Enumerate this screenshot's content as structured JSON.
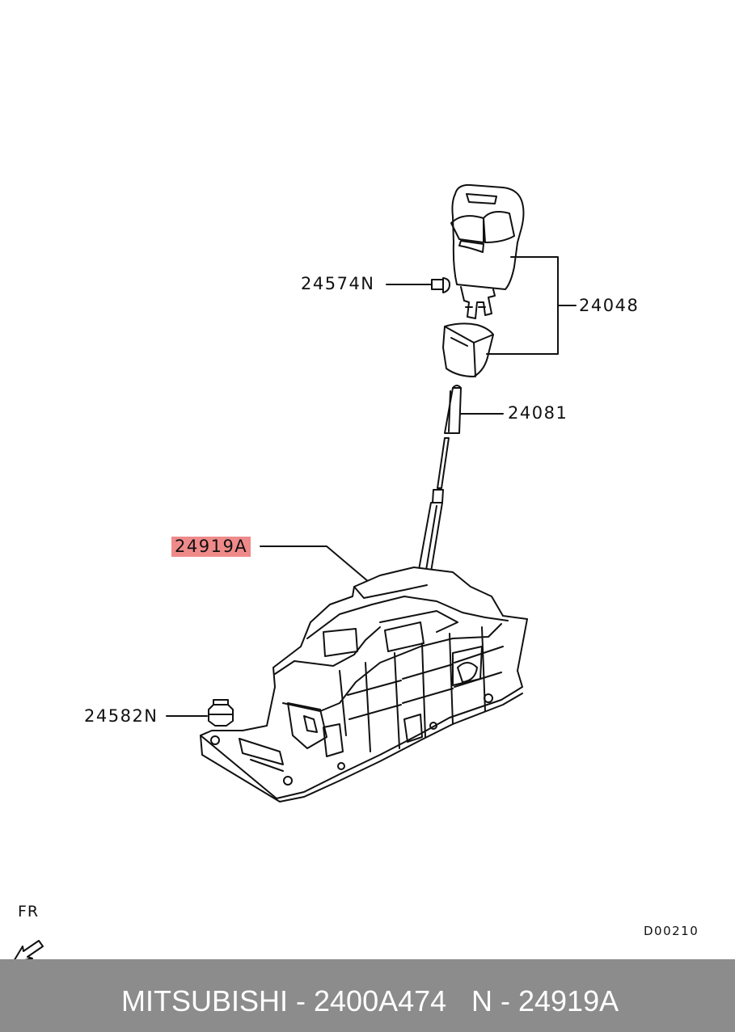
{
  "callouts": {
    "knob_assembly": "24048",
    "knob_screw": "24574N",
    "shift_rod": "24081",
    "shift_lever_assembly": "24919A",
    "mounting_nut": "24582N"
  },
  "highlighted_part": "24919A",
  "orientation_label": "FR",
  "diagram_code": "D00210",
  "footer": {
    "brand_and_part": "MITSUBISHI - 2400A474",
    "oem_number": "N - 24919A"
  },
  "colors": {
    "highlight": "#ef8a8a",
    "footer_background": "#8c8c8c",
    "footer_text": "#ffffff",
    "line": "#111111"
  }
}
